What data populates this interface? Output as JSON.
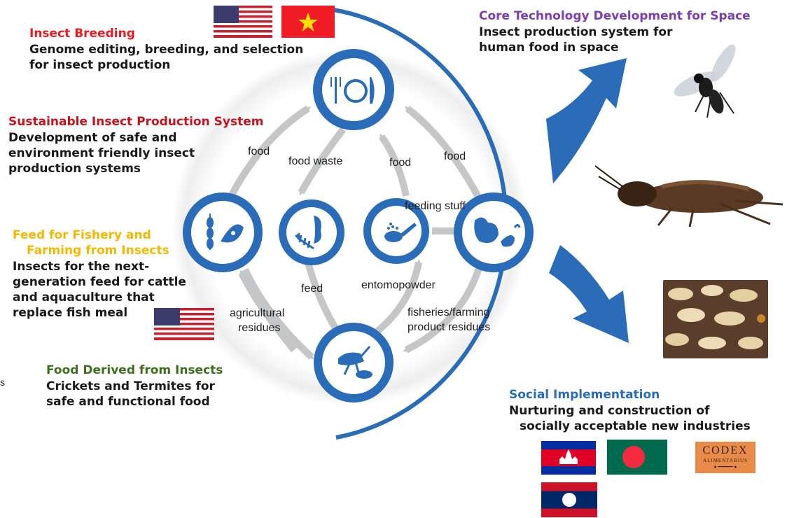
{
  "colors": {
    "blue": "#2a6cb7",
    "red": "#d7131f",
    "yellow": "#f5b800",
    "green": "#3e6f1f",
    "purple": "#7b3fb0",
    "cycle_gray": "#c4c6c8"
  },
  "sections": {
    "insect_breeding": {
      "title": "Insect Breeding",
      "body": [
        "Genome editing, breeding, and selection",
        "for insect production"
      ]
    },
    "sustainable": {
      "title": "Sustainable Insect Production System",
      "body": [
        "Development of safe and",
        "environment friendly insect",
        "production systems"
      ]
    },
    "feed": {
      "title": [
        "Feed for Fishery and",
        "Farming from Insects"
      ],
      "body": [
        "Insects for the next-",
        "generation feed for cattle",
        "and aquaculture that",
        "replace fish meal"
      ]
    },
    "food_derived": {
      "title": "Food Derived from Insects",
      "body": [
        "Crickets and Termites for",
        "safe and functional food"
      ]
    },
    "core_tech": {
      "title": "Core Technology Development for Space",
      "body": [
        "Insect production system for",
        "human food in space"
      ]
    },
    "social": {
      "title": "Social Implementation",
      "body": [
        "Nurturing and construction of",
        "socially acceptable new industries"
      ]
    }
  },
  "edge_fragment": "s",
  "cycle_labels": {
    "food_left": "food",
    "food_waste": "food waste",
    "food_mid": "food",
    "food_right": "food",
    "feeding_stuff": "feeding stuff",
    "feed": "feed",
    "entomopowder": "entomopowder",
    "agricultural_residues": [
      "agricultural",
      "residues"
    ],
    "fisheries_residues": [
      "fisheries/farming",
      "product residues"
    ]
  },
  "nodes": [
    {
      "name": "food-node",
      "icon": "plate-fork-knife-icon"
    },
    {
      "name": "crops-node",
      "icon": "wheat-beans-icon"
    },
    {
      "name": "waste-node",
      "icon": "apple-core-fishbone-icon"
    },
    {
      "name": "powder-node",
      "icon": "spoon-powder-icon"
    },
    {
      "name": "livestock-node",
      "icon": "chicken-fish-icon"
    },
    {
      "name": "insect-node",
      "icon": "cricket-larva-icon"
    }
  ],
  "flags": [
    "usa-flag",
    "vietnam-flag",
    "usa-flag",
    "cambodia-flag",
    "bangladesh-flag",
    "laos-flag"
  ],
  "codex_logo": {
    "line1": "CODEX",
    "line2": "ALIMENTARIUS"
  },
  "photos": [
    "fly-photo",
    "cricket-photo",
    "termites-photo"
  ]
}
